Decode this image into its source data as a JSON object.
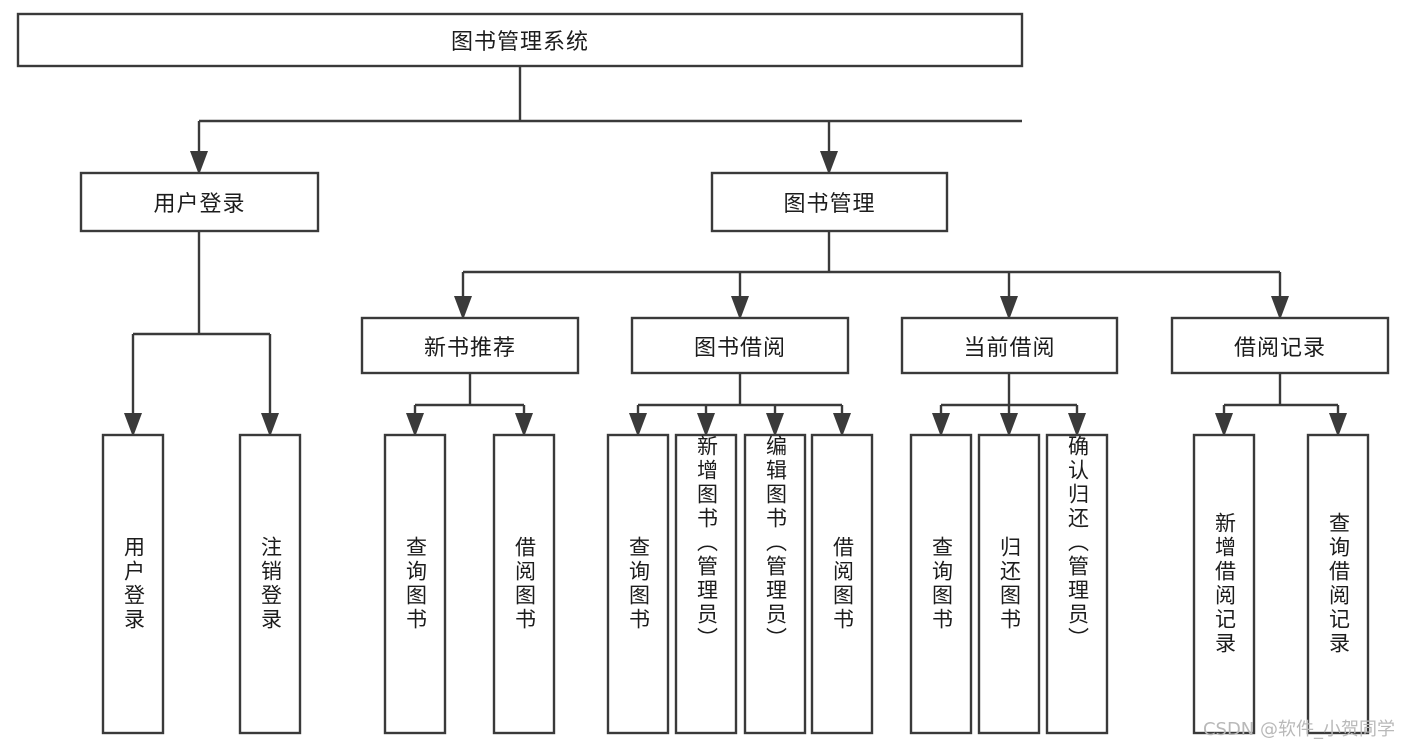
{
  "diagram": {
    "kind": "tree-hierarchy-chart",
    "title": "图书管理系统",
    "watermark": "CSDN @软件_小贺同学",
    "colors": {
      "background": "#ffffff",
      "box_fill": "#ffffff",
      "box_stroke": "#3a3a3a",
      "connector": "#3a3a3a",
      "text": "#1c1c1c",
      "watermark_text": "#b9b9b9"
    },
    "nodes": {
      "root": {
        "label": "图书管理系统",
        "level": 0
      },
      "level1": [
        {
          "id": "user-login",
          "label": "用户登录"
        },
        {
          "id": "book-manage",
          "label": "图书管理"
        }
      ],
      "level2": [
        {
          "id": "new-book-recommend",
          "label": "新书推荐",
          "parent": "book-manage"
        },
        {
          "id": "book-borrow",
          "label": "图书借阅",
          "parent": "book-manage"
        },
        {
          "id": "current-borrow",
          "label": "当前借阅",
          "parent": "book-manage"
        },
        {
          "id": "borrow-record",
          "label": "借阅记录",
          "parent": "book-manage"
        }
      ],
      "leaves": [
        {
          "id": "leaf-user-login",
          "label": "用户登录",
          "parent": "user-login"
        },
        {
          "id": "leaf-logout-login",
          "label": "注销登录",
          "parent": "user-login"
        },
        {
          "id": "leaf-query-book-1",
          "label": "查询图书",
          "parent": "new-book-recommend"
        },
        {
          "id": "leaf-borrow-book-1",
          "label": "借阅图书",
          "parent": "new-book-recommend"
        },
        {
          "id": "leaf-query-book-2",
          "label": "查询图书",
          "parent": "book-borrow"
        },
        {
          "id": "leaf-add-book",
          "label": "新增图书（管理员）",
          "parent": "book-borrow"
        },
        {
          "id": "leaf-edit-book",
          "label": "编辑图书（管理员）",
          "parent": "book-borrow"
        },
        {
          "id": "leaf-borrow-book-2",
          "label": "借阅图书",
          "parent": "book-borrow"
        },
        {
          "id": "leaf-query-book-3",
          "label": "查询图书",
          "parent": "current-borrow"
        },
        {
          "id": "leaf-return-book",
          "label": "归还图书",
          "parent": "current-borrow"
        },
        {
          "id": "leaf-confirm-return",
          "label": "确认归还（管理员）",
          "parent": "current-borrow"
        },
        {
          "id": "leaf-add-record",
          "label": "新增借阅记录",
          "parent": "borrow-record"
        },
        {
          "id": "leaf-query-record",
          "label": "查询借阅记录",
          "parent": "borrow-record"
        }
      ]
    }
  }
}
